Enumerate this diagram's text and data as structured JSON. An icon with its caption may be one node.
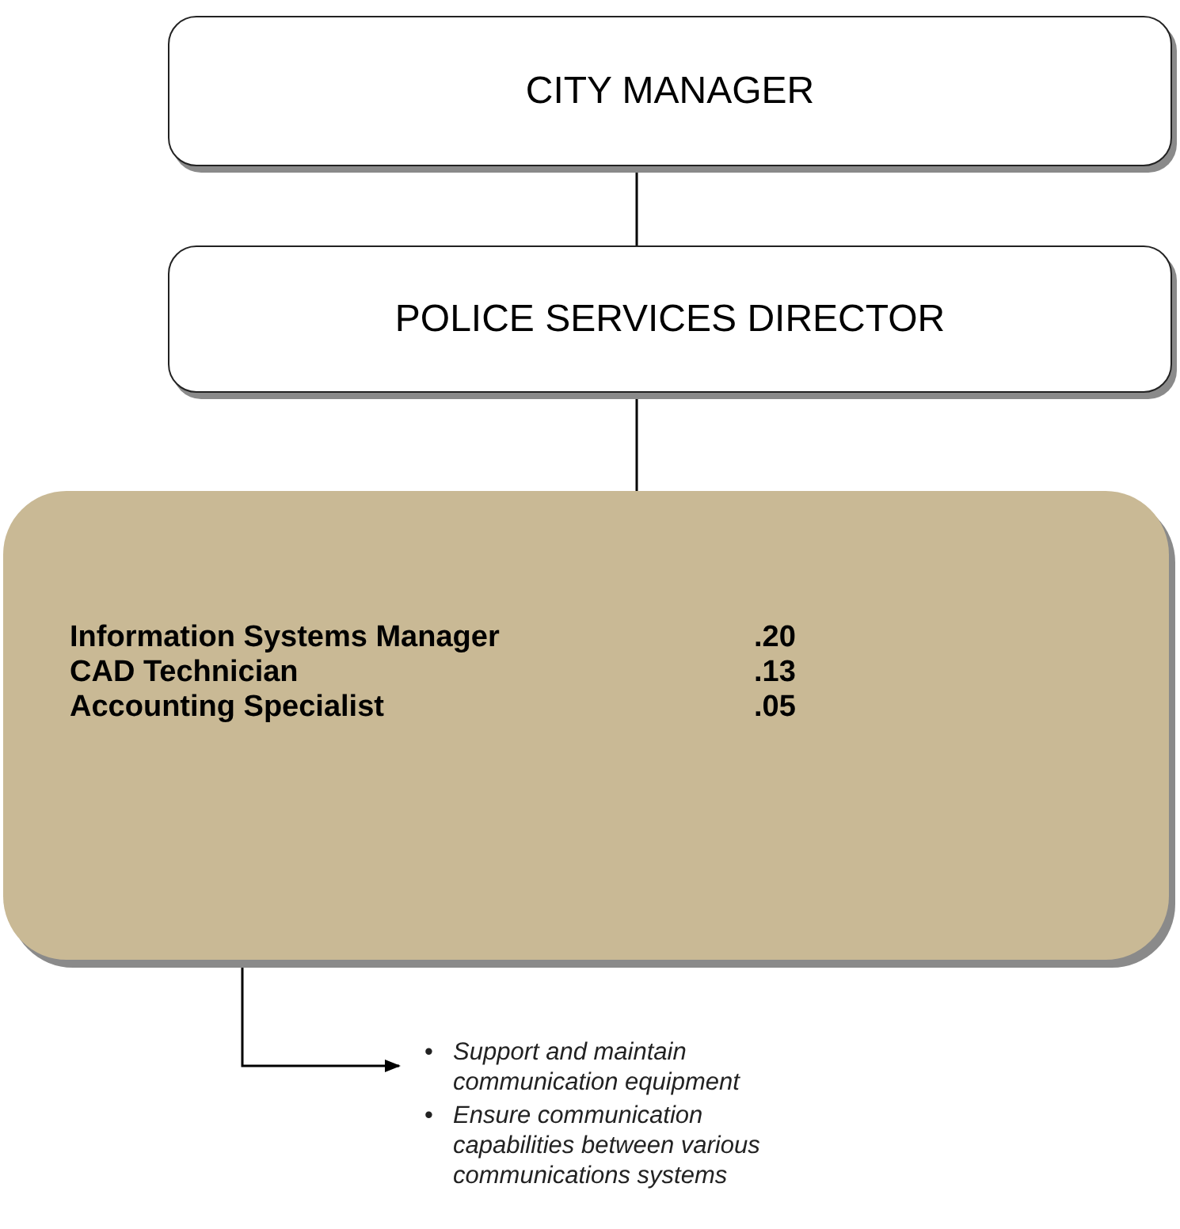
{
  "diagram": {
    "nodes": [
      {
        "text": [
          "CITY MANAGER"
        ]
      },
      {
        "text": [
          "POLICE SERVICES DIRECTOR"
        ]
      },
      {
        "text": [
          "Information Systems Manager",
          ".20",
          "CAD Technician",
          ".13",
          "Accounting Specialist",
          ".05"
        ]
      },
      {
        "text": [
          "Support and maintain communication equipment",
          "Ensure communication capabilities between various communications systems"
        ]
      }
    ],
    "edges": [
      {
        "from": 0,
        "to": 1,
        "arrow": "none"
      },
      {
        "from": 1,
        "to": 2,
        "arrow": "none"
      },
      {
        "from": 2,
        "to": 3,
        "arrow": "to"
      }
    ],
    "labels": [
      "•",
      "•"
    ]
  }
}
